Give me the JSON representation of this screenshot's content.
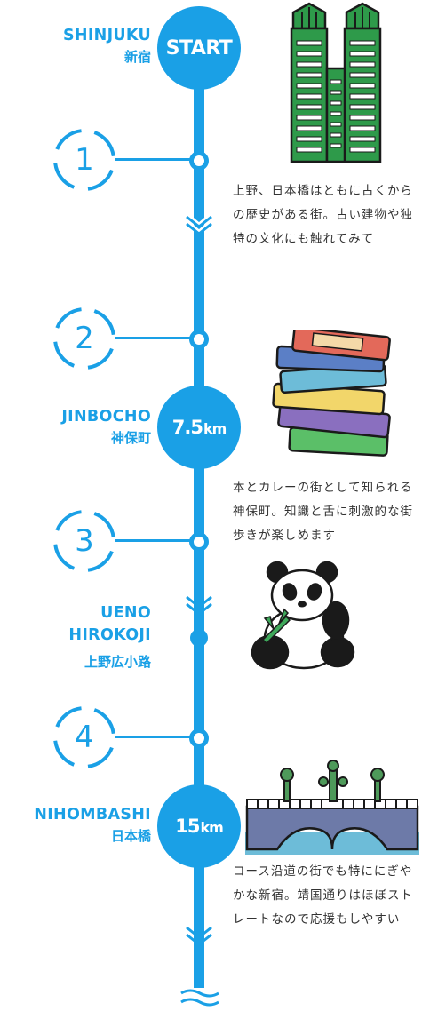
{
  "stations": {
    "shinjuku": {
      "en": "SHINJUKU",
      "ja": "新宿",
      "badge": "START"
    },
    "jinbocho": {
      "en": "JINBOCHO",
      "ja": "神保町",
      "distance": "7.5",
      "unit": "km"
    },
    "ueno": {
      "en_line1": "UENO",
      "en_line2": "HIROKOJI",
      "ja": "上野広小路"
    },
    "nihombashi": {
      "en": "NIHOMBASHI",
      "ja": "日本橋",
      "distance": "15",
      "unit": "km"
    }
  },
  "checkpoints": [
    "1",
    "2",
    "3",
    "4"
  ],
  "descriptions": {
    "ueno_nihombashi": "上野、日本橋はともに古くからの歴史がある街。古い建物や独特の文化にも触れてみて",
    "jinbocho": "本とカレーの街として知られる神保町。知識と舌に刺激的な街歩きが楽しめます",
    "shinjuku": "コース沿道の街でも特ににぎやかな新宿。靖国通りはほぼストレートなので応援もしやすい"
  },
  "icons": {
    "building": "tokyo-metropolitan-building-icon",
    "books": "book-stack-icon",
    "panda": "panda-icon",
    "bridge": "nihombashi-bridge-icon"
  },
  "colors": {
    "accent": "#1aa0e6",
    "text": "#333333"
  }
}
